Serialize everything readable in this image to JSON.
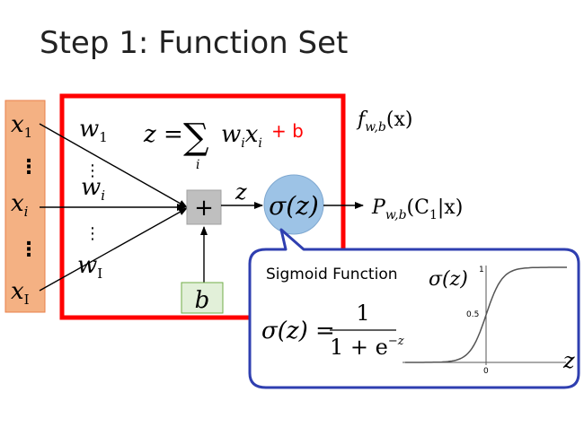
{
  "title": "Step 1: Function Set",
  "inputs": {
    "x1_main": "x",
    "x1_sub": "1",
    "xi_main": "x",
    "xi_sub": "i",
    "xI_main": "x",
    "xI_sub": "I",
    "dots": "⋮"
  },
  "weights": {
    "w1_main": "w",
    "w1_sub": "1",
    "wi_main": "w",
    "wi_sub": "i",
    "wI_main": "w",
    "wI_sub": "I",
    "dots": "⋮"
  },
  "equation": {
    "lhs": "z =",
    "sum": "∑",
    "sum_index": "i",
    "term_w": "w",
    "term_w_sub": "i",
    "term_x": "x",
    "term_x_sub": "i",
    "plus_b": "+ b"
  },
  "function_label": {
    "main": "f",
    "sub": "w,b",
    "arg": "(x)"
  },
  "adder_symbol": "+",
  "z_label": "z",
  "sigma_node": "σ(z)",
  "bias": "b",
  "output": {
    "main": "P",
    "sub": "w,b",
    "arg": "(C",
    "arg_sub": "1",
    "arg_end": "|x)"
  },
  "callout": {
    "title": "Sigmoid Function",
    "formula_lhs": "σ(z) =",
    "numerator": "1",
    "denominator_base": "1 + e",
    "denominator_exp": "−z",
    "plot_label": "σ(z)",
    "tick_1": "1",
    "tick_05": "0.5",
    "tick_0": "0",
    "axis_z": "z"
  },
  "colors": {
    "box_red": "#ff0000",
    "input_fill": "#f4b183",
    "input_border": "#e97f4a",
    "sigma_fill": "#9dc3e6",
    "bias_fill": "#e2f0d9",
    "bias_border": "#70ad47",
    "callout_border": "#2f3fb0",
    "adder_fill": "#bfbfbf"
  }
}
